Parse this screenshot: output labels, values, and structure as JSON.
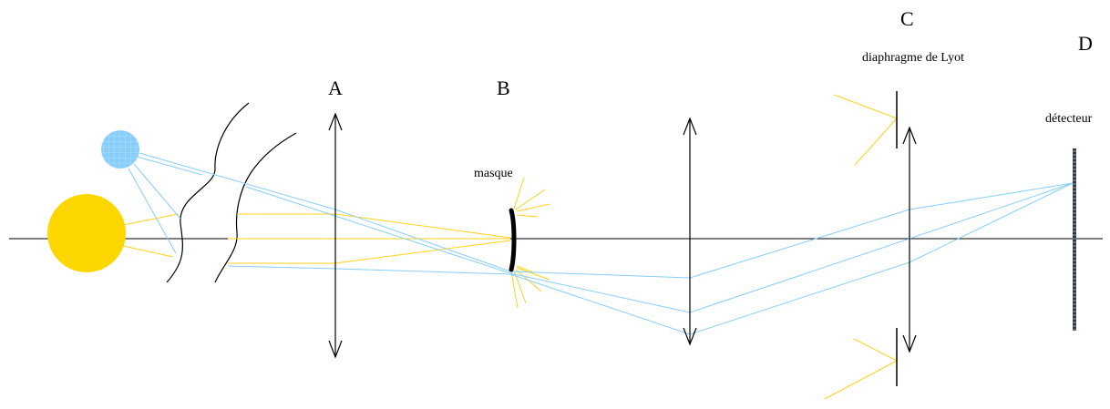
{
  "labels": {
    "A": "A",
    "B": "B",
    "C": "C",
    "D": "D",
    "masque": "masque",
    "diaphragme": "diaphragme de Lyot",
    "detecteur": "détecteur"
  },
  "colors": {
    "sun": "#ffd700",
    "planet": "#87cefa",
    "yellow_ray": "#ffd21a",
    "blue_ray": "#87cefa",
    "line": "#000000",
    "detector": "#4a5a6a"
  },
  "icons": {
    "sun": "filled-circle",
    "planet": "gridded-circle",
    "lens": "double-arrow"
  }
}
